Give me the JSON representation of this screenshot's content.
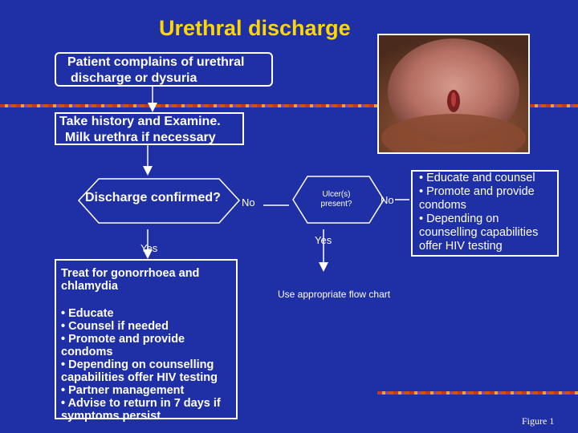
{
  "title": "Urethral discharge",
  "steps": {
    "complaint": [
      "Patient complains of urethral",
      "discharge or dysuria"
    ],
    "history": [
      "Take history and Examine.",
      "Milk urethra if necessary"
    ],
    "discharge_question": "Discharge confirmed?",
    "ulcer_question": [
      "Ulcer(s)",
      "present?"
    ],
    "treatment": {
      "heading": [
        "Treat for gonorrhoea and",
        "chlamydia"
      ],
      "items": [
        "• Educate",
        "• Counsel if needed",
        "• Promote and provide condoms",
        "• Depending on counselling capabilities offer HIV testing",
        "• Partner management",
        "• Advise to return in 7 days if symptoms persist"
      ]
    },
    "counsel": {
      "items": [
        "• Educate and counsel",
        "• Promote and provide condoms",
        "• Depending on counselling capabilities offer HIV testing"
      ]
    },
    "flow_chart": "Use appropriate flow chart"
  },
  "labels": {
    "no_1": "No",
    "no_2": "No",
    "yes_1": "Yes",
    "yes_2": "Yes"
  },
  "footer": "Figure 1",
  "colors": {
    "background": "#1f2fa6",
    "title": "#ffd700",
    "line": "#ffffff"
  }
}
